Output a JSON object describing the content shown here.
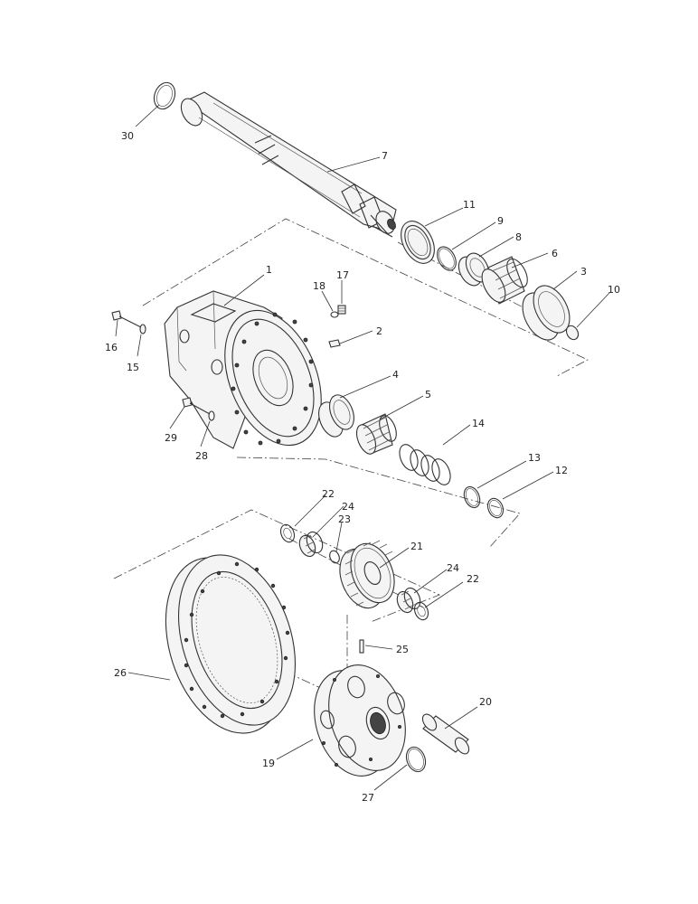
{
  "callouts": [
    {
      "id": "c30",
      "text": "30"
    },
    {
      "id": "c7",
      "text": "7"
    },
    {
      "id": "c11",
      "text": "11"
    },
    {
      "id": "c9",
      "text": "9"
    },
    {
      "id": "c8",
      "text": "8"
    },
    {
      "id": "c6",
      "text": "6"
    },
    {
      "id": "c3",
      "text": "3"
    },
    {
      "id": "c10",
      "text": "10"
    },
    {
      "id": "c1",
      "text": "1"
    },
    {
      "id": "c18",
      "text": "18"
    },
    {
      "id": "c17",
      "text": "17"
    },
    {
      "id": "c2",
      "text": "2"
    },
    {
      "id": "c16",
      "text": "16"
    },
    {
      "id": "c15",
      "text": "15"
    },
    {
      "id": "c4",
      "text": "4"
    },
    {
      "id": "c5",
      "text": "5"
    },
    {
      "id": "c14",
      "text": "14"
    },
    {
      "id": "c29",
      "text": "29"
    },
    {
      "id": "c28",
      "text": "28"
    },
    {
      "id": "c13",
      "text": "13"
    },
    {
      "id": "c12",
      "text": "12"
    },
    {
      "id": "c22a",
      "text": "22"
    },
    {
      "id": "c24a",
      "text": "24"
    },
    {
      "id": "c23",
      "text": "23"
    },
    {
      "id": "c21",
      "text": "21"
    },
    {
      "id": "c24b",
      "text": "24"
    },
    {
      "id": "c22b",
      "text": "22"
    },
    {
      "id": "c25",
      "text": "25"
    },
    {
      "id": "c26",
      "text": "26"
    },
    {
      "id": "c20",
      "text": "20"
    },
    {
      "id": "c19",
      "text": "19"
    },
    {
      "id": "c27",
      "text": "27"
    }
  ]
}
